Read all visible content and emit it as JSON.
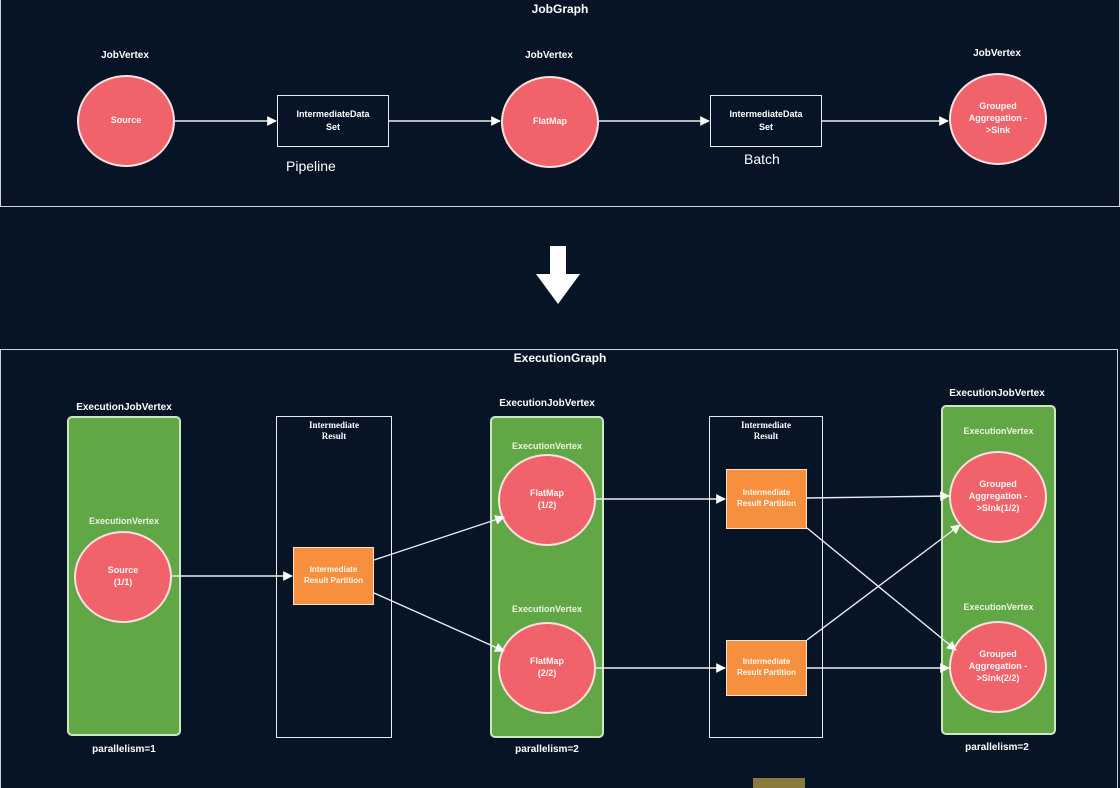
{
  "job_graph": {
    "title": "JobGraph",
    "vertex_label": "JobVertex",
    "nodes": [
      "Source",
      "FlatMap",
      "Grouped Aggregation ->Sink"
    ],
    "datasets": [
      "IntermediateData Set",
      "IntermediateData Set"
    ],
    "edge_labels": [
      "Pipeline",
      "Batch"
    ]
  },
  "arrow_icon": "down-arrow-icon",
  "execution_graph": {
    "title": "ExecutionGraph",
    "job_vertex_label": "ExecutionJobVertex",
    "execution_vertex_label": "ExecutionVertex",
    "intermediate_result_label": "Intermediate Result",
    "partition_label": "Intermediate Result Partition",
    "source_node": "Source (1/1)",
    "flatmap_nodes": [
      "FlatMap (1/2)",
      "FlatMap (2/2)"
    ],
    "sink_nodes": [
      "Grouped Aggregation ->Sink(1/2)",
      "Grouped Aggregation ->Sink(2/2)"
    ],
    "parallelism": [
      "parallelism=1",
      "parallelism=2",
      "parallelism=2"
    ]
  },
  "colors": {
    "background": "#061426",
    "node": "#f0636b",
    "execution_job_vertex": "#62a745",
    "partition": "#f7903e"
  }
}
